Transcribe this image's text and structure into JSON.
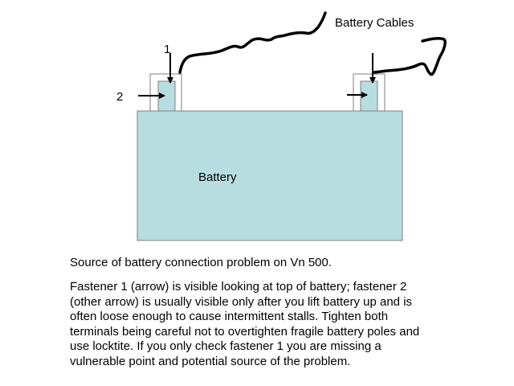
{
  "diagram": {
    "cables_label": "Battery Cables",
    "fastener_1_label": "1",
    "fastener_2_label": "2",
    "battery_label": "Battery",
    "colors": {
      "battery_fill": "#b8dde1",
      "outline": "#7f7f7f",
      "cable": "#000000"
    }
  },
  "text": {
    "caption": "Source of battery connection problem on Vn 500.",
    "description": "Fastener 1 (arrow) is visible looking at top of battery; fastener 2\n(other arrow) is usually visible only after you lift battery up and is\noften loose enough to cause intermittent stalls.  Tighten both\nterminals being careful not to overtighten fragile battery poles and\nuse locktite.   If you only check fastener 1 you are missing a\nvulnerable point and potential source of the problem."
  }
}
